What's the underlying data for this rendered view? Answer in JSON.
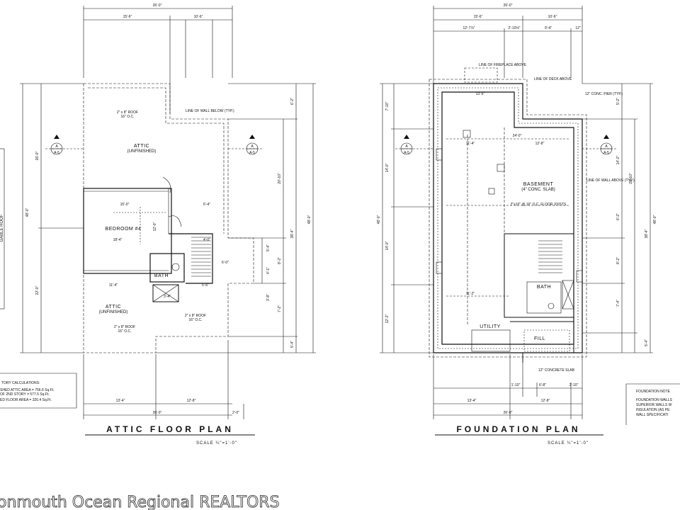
{
  "attic": {
    "title": "ATTIC FLOOR PLAN",
    "scale": "SCALE ¼\"=1'-0\"",
    "overall_top": "26'-0\"",
    "top_dim_left": "15'-6\"",
    "top_dim_right": "10'-6\"",
    "overall_bottom": "26'-0\"",
    "bottom_dim_left": "13'-4\"",
    "bottom_dim_right": "12'-8\"",
    "bottom_dim_tail": "2'-0\"",
    "left_overall": "48'-0\"",
    "left_upper": "26'-0\"",
    "left_lower": "22'-0\"",
    "right_overall": "48'-0\"",
    "right_sub1": "38'-4\"",
    "right_sub2": "20'-10\"",
    "right_sub3": "6'-2\"",
    "right_sub4": "5'-4\"",
    "right_sub5": "8'-2\"",
    "right_sub6": "7'-2\"",
    "right_sub7": "4'-1\"",
    "right_sub8": "5'-4\"",
    "right_sub9": "3'-8\"",
    "attic_upper": "ATTIC",
    "attic_upper_sub": "(UNFINISHED)",
    "attic_lower": "ATTIC",
    "attic_lower_sub": "(UNFINISHED)",
    "bedroom": "BEDROOM #4",
    "bath": "BATH",
    "roof_note_upper": "2\" x 8\" ROOF",
    "roof_note_upper2": "16\" O.C.",
    "roof_note_lower": "2\" x 8\" ROOF",
    "roof_note_lower2": "16\" O.C.",
    "roof_note_lower3": "2\" x 8\" ROOF",
    "roof_note_lower4": "16\" O.C.",
    "wall_below": "LINE OF WALL BELOW (TYP.)",
    "gable_roof": "GABLE ROOF",
    "section_marker_top": "A",
    "section_marker_bottom": "A-5",
    "dim_11_4": "11'-4\"",
    "dim_5_6": "5'-6\"",
    "dim_18_4": "18'-4\"",
    "dim_6_4": "6'-4\"",
    "dim_15_0": "15'-0\"",
    "dim_12_0": "12'-0\"",
    "dim_3_4": "3'-4\"",
    "dim_4_0": "4'-0\"",
    "dim_6_0": "6'-0\"",
    "calc_heading": "TORY CALCULATIONS:",
    "calc_line1": "SHED ATTIC AREA = 756.6 Sq.Ft.",
    "calc_line2": "OF 2ND STORY = 577.5 Sq.Ft.",
    "calc_line3": "ED FLOOR AREA = 320.4 Sq.Ft."
  },
  "foundation": {
    "title": "FOUNDATION PLAN",
    "scale": "SCALE ¼\"=1'-0\"",
    "overall_top": "26'-0\"",
    "top_dim_left": "15'-6\"",
    "top_dim_right": "10'-6\"",
    "top_sub1": "12'-7⅞\"",
    "top_sub2": "2'-10⅛\"",
    "top_sub3": "9'-4\"",
    "top_sub4": "12\"",
    "overall_bottom": "26'-0\"",
    "bottom_dim_left": "13'-4\"",
    "bottom_dim_right": "12'-8\"",
    "bottom_sub1": "1'-10\"",
    "bottom_sub2": "6'-8\"",
    "bottom_sub3": "2'-10\"",
    "left_overall": "48'-0\"",
    "left_1": "7'-10\"",
    "left_2": "14'-0\"",
    "left_3": "14'-0\"",
    "left_4": "12'-2\"",
    "right_overall": "48'-0\"",
    "right_1": "38'-4\"",
    "right_2": "20'-10\"",
    "right_3": "5'-2\"",
    "right_4": "14'-2\"",
    "right_5": "6'-2\"",
    "right_6": "8'-2\"",
    "right_7": "7'-4\"",
    "right_8": "5'-4\"",
    "basement": "BASEMENT",
    "basement_sub": "(4\" CONC. SLAB)",
    "bath": "BATH",
    "utility": "UTILITY",
    "fill": "FILL",
    "fireplace_note": "LINE OF FIREPLACE ABOVE",
    "deck_note": "LINE OF DECK ABOVE",
    "pier_note": "12\" CONC. PIER (TYP.)",
    "wall_above": "LINE OF WALL ABOVE (TYP.)",
    "joists": "2\"x10\" @ 16\" O.C. FLOOR JOISTS",
    "concrete_note": "12\" CONCRETE SLAB",
    "dim_24_0": "24'-0\"",
    "dim_12_8": "12'-8\"",
    "dim_11_4": "11'-4\"",
    "dim_11_2": "11'-2\"",
    "dim_13_6": "13'-6\"",
    "note_heading": "FOUNDATION NOTE",
    "note_line1": "FOUNDATION WALLS",
    "note_line2": "SUPERIOR WALLS W",
    "note_line3": "INSULATION (AS PE",
    "note_line4": "WALL SPECIFICATI"
  },
  "watermark": "onmouth Ocean Regional REALTORS"
}
